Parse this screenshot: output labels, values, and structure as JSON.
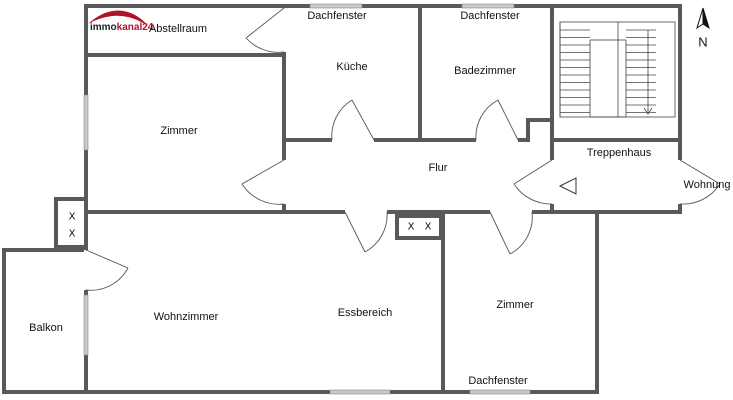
{
  "logo": {
    "text_dark": "immo",
    "text_red": "kanal24"
  },
  "compass": {
    "label": "N"
  },
  "rooms": {
    "abstellraum": "Abstellraum",
    "dachfenster_kueche": "Dachfenster",
    "kueche": "Küche",
    "dachfenster_bad": "Dachfenster",
    "badezimmer": "Badezimmer",
    "zimmer_links": "Zimmer",
    "flur": "Flur",
    "treppenhaus": "Treppenhaus",
    "wohnung": "Wohnung",
    "balkon": "Balkon",
    "wohnzimmer": "Wohnzimmer",
    "essbereich": "Essbereich",
    "zimmer_rechts": "Zimmer",
    "dachfenster_unten": "Dachfenster"
  },
  "chimneys": {
    "mark": "X"
  },
  "colors": {
    "wall": "#58595b",
    "window": "#c9c9c9",
    "logo_red": "#b0122a",
    "door": "#555555"
  }
}
